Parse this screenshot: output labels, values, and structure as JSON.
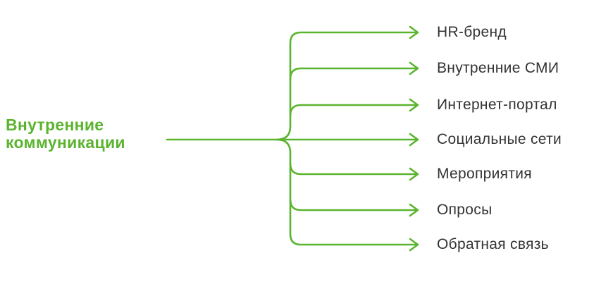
{
  "diagram": {
    "root_label": "Внутренние коммуникации",
    "branches": [
      {
        "label": "HR-бренд"
      },
      {
        "label": "Внутренние СМИ"
      },
      {
        "label": "Интернет-портал"
      },
      {
        "label": "Социальные сети"
      },
      {
        "label": "Мероприятия"
      },
      {
        "label": "Опросы"
      },
      {
        "label": "Обратная связь"
      }
    ],
    "icons": {
      "arrow_right": "→"
    },
    "colors": {
      "accent_green": "#5bb42f",
      "text_dark": "#333333",
      "background": "#ffffff"
    }
  }
}
